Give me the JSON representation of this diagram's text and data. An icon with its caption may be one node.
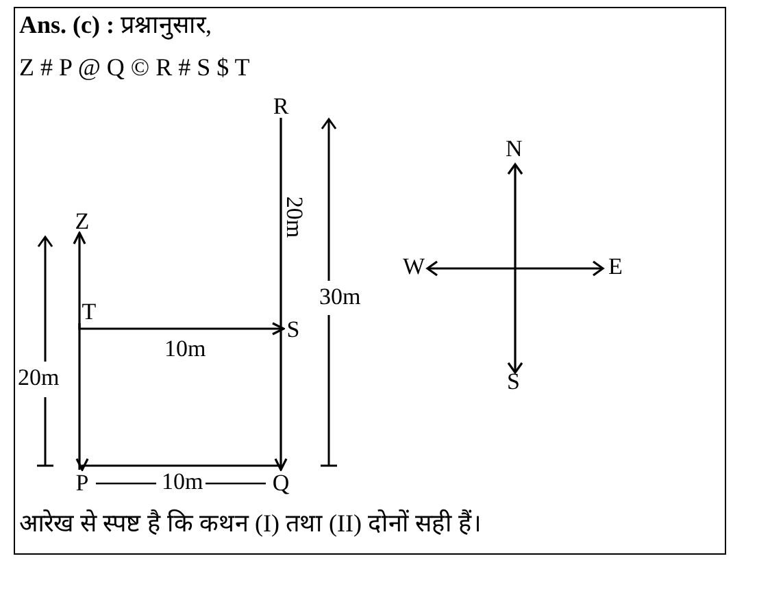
{
  "diagram": {
    "title": "**Ans. (c) :** प्रश्नानुसार,",
    "nodes": [
      {
        "text": [
          "R"
        ]
      },
      {
        "text": [
          "Z"
        ]
      },
      {
        "text": [
          "T"
        ]
      },
      {
        "text": [
          "S"
        ]
      },
      {
        "text": [
          "P"
        ]
      },
      {
        "text": [
          "Q"
        ]
      }
    ],
    "edges": [
      {
        "from": 4,
        "to": 1,
        "arrow": "to"
      },
      {
        "from": 2,
        "to": 3,
        "label": "10m",
        "arrow": "to"
      },
      {
        "from": 0,
        "to": 5,
        "arrow": "to"
      },
      {
        "from": 5,
        "to": 4,
        "arrow": "to"
      }
    ],
    "labels": [
      "Z # P @ Q © R # S $ T",
      "20m",
      "30m",
      "N",
      "W",
      "E",
      "20m",
      "S",
      "10m",
      "आरेख से स्पष्ट है कि कथन (I) तथा (II) दोनों सही हैं।"
    ]
  }
}
